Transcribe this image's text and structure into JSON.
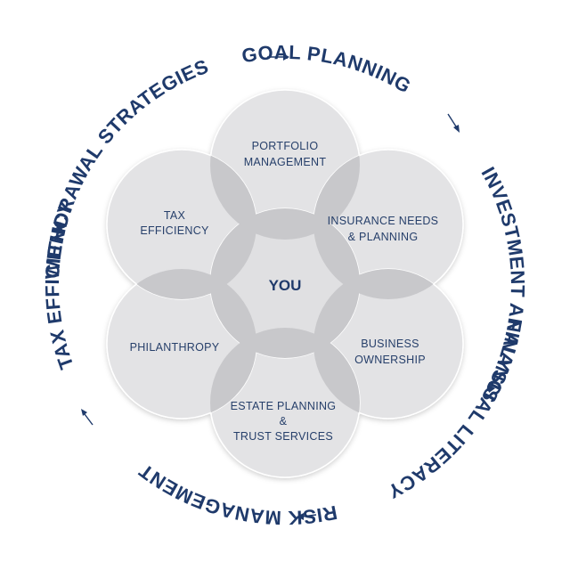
{
  "ring": {
    "goal_planning": "GOAL PLANNING",
    "investment_analysis": "INVESTMENT ANALYSIS",
    "financial_literacy": "FINANCIAL LITERACY",
    "risk_management": "RISK MANAGEMENT",
    "tax_efficiency": "TAX EFFICIENCY",
    "withdrawal_strategies": "WITHDRAWAL STRATEGIES"
  },
  "center": {
    "label": "YOU"
  },
  "petals": {
    "portfolio": {
      "line1": "PORTFOLIO",
      "line2": "MANAGEMENT"
    },
    "insurance": {
      "line1": "INSURANCE NEEDS",
      "line2": "& PLANNING"
    },
    "business": {
      "line1": "BUSINESS",
      "line2": "OWNERSHIP"
    },
    "estate": {
      "line1": "ESTATE PLANNING",
      "line2": "&",
      "line3": "TRUST SERVICES"
    },
    "philanthropy": {
      "line1": "PHILANTHROPY"
    },
    "tax": {
      "line1": "TAX",
      "line2": "EFFICIENCY"
    }
  },
  "colors": {
    "navy": "#1f3a6b",
    "petal_fill": "#e3e3e5",
    "overlap_fill": "#c8c8cb"
  }
}
